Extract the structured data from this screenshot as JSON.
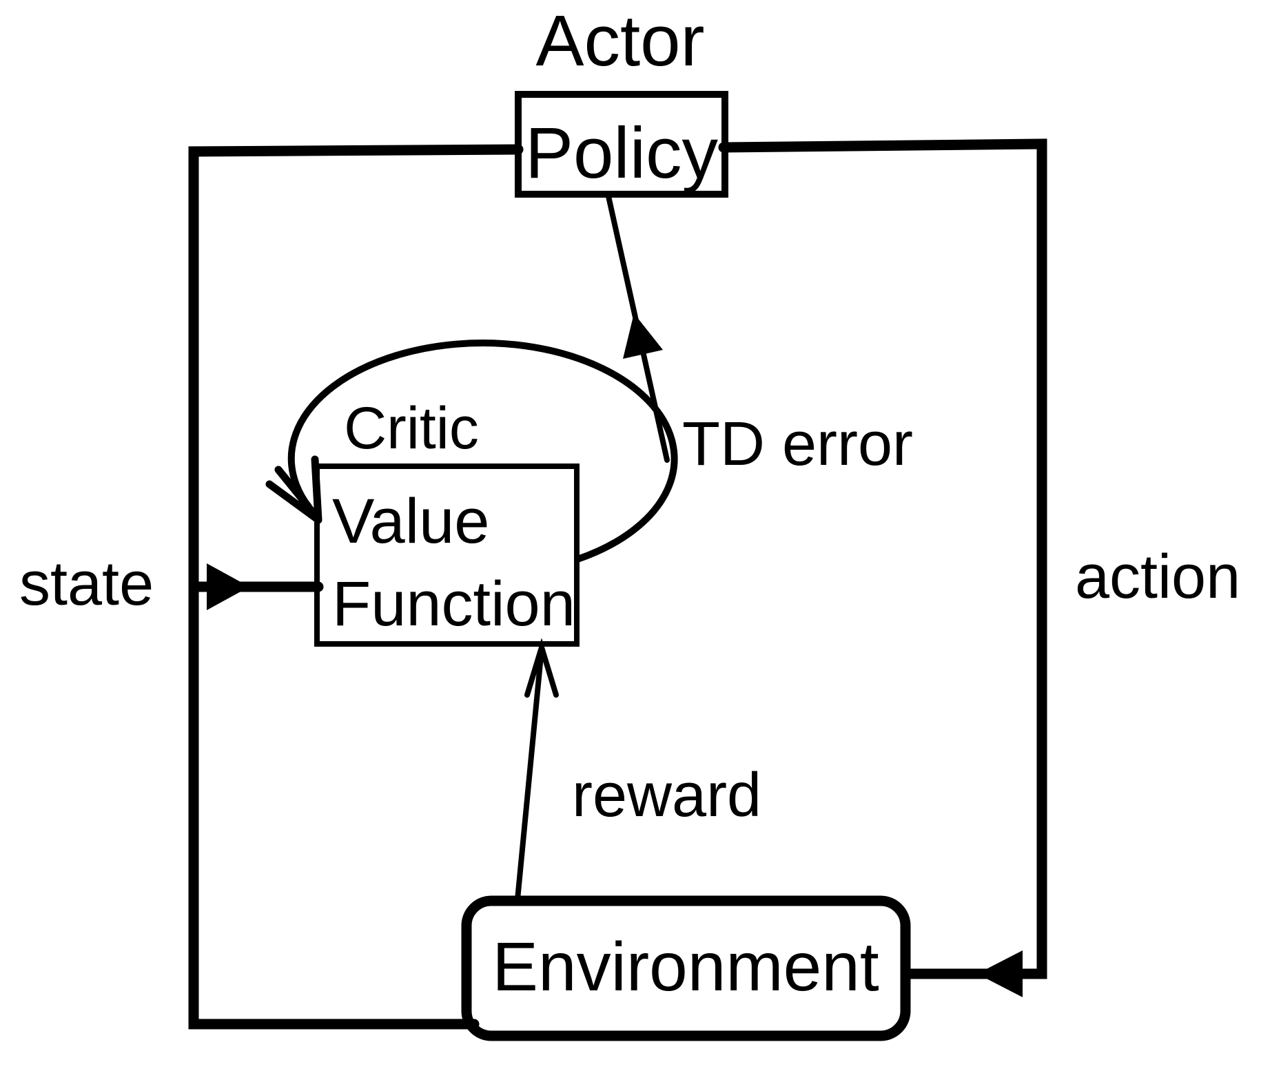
{
  "colors": {
    "ink": "#000000",
    "background": "#ffffff"
  },
  "diagram": {
    "title_nodes": {
      "actor_label": "Actor",
      "critic_label": "Critic"
    },
    "nodes": {
      "policy": "Policy",
      "value_function_line1": "Value",
      "value_function_line2": "Function",
      "environment": "Environment"
    },
    "edges": {
      "state": "state",
      "action": "action",
      "reward": "reward",
      "td_error": "TD error"
    }
  }
}
